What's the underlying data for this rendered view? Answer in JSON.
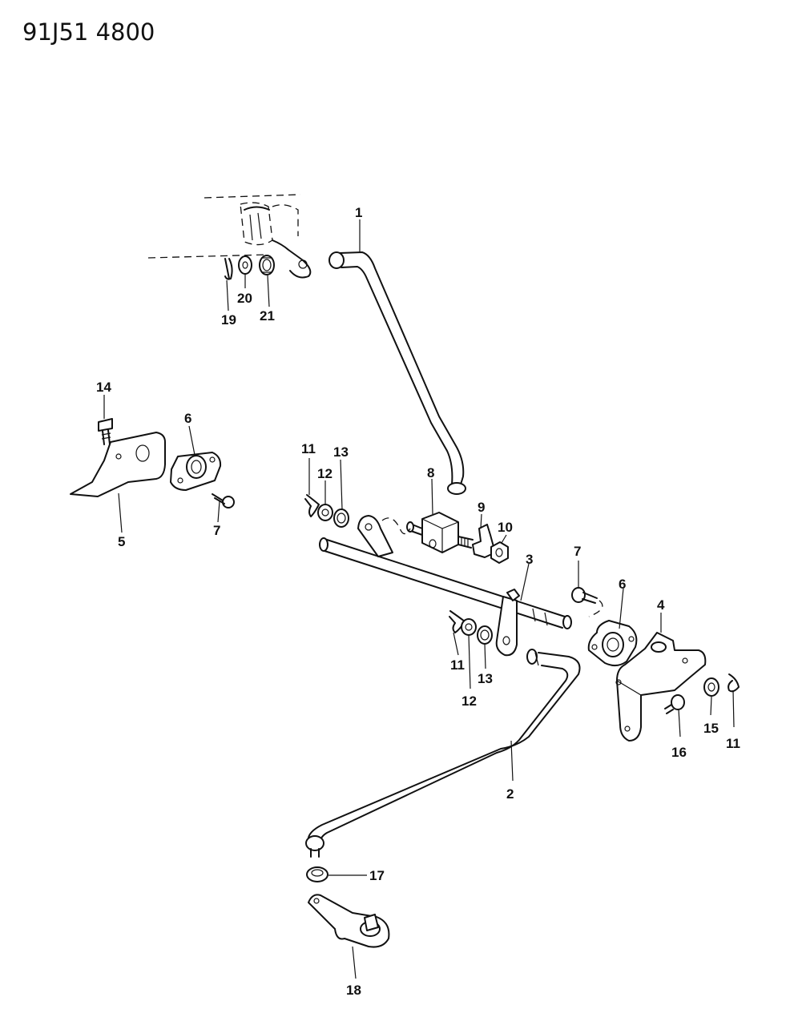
{
  "diagram_code": "91J51  4800",
  "callouts": [
    {
      "id": "c1",
      "text": "1"
    },
    {
      "id": "c2",
      "text": "2"
    },
    {
      "id": "c3",
      "text": "3"
    },
    {
      "id": "c4",
      "text": "4"
    },
    {
      "id": "c5",
      "text": "5"
    },
    {
      "id": "c6a",
      "text": "6"
    },
    {
      "id": "c6b",
      "text": "6"
    },
    {
      "id": "c7a",
      "text": "7"
    },
    {
      "id": "c7b",
      "text": "7"
    },
    {
      "id": "c8",
      "text": "8"
    },
    {
      "id": "c9",
      "text": "9"
    },
    {
      "id": "c10",
      "text": "10"
    },
    {
      "id": "c11a",
      "text": "11"
    },
    {
      "id": "c11b",
      "text": "11"
    },
    {
      "id": "c11c",
      "text": "11"
    },
    {
      "id": "c12a",
      "text": "12"
    },
    {
      "id": "c12b",
      "text": "12"
    },
    {
      "id": "c13a",
      "text": "13"
    },
    {
      "id": "c13b",
      "text": "13"
    },
    {
      "id": "c14",
      "text": "14"
    },
    {
      "id": "c15",
      "text": "15"
    },
    {
      "id": "c16",
      "text": "16"
    },
    {
      "id": "c17",
      "text": "17"
    },
    {
      "id": "c18",
      "text": "18"
    },
    {
      "id": "c19",
      "text": "19"
    },
    {
      "id": "c20",
      "text": "20"
    },
    {
      "id": "c21",
      "text": "21"
    }
  ]
}
